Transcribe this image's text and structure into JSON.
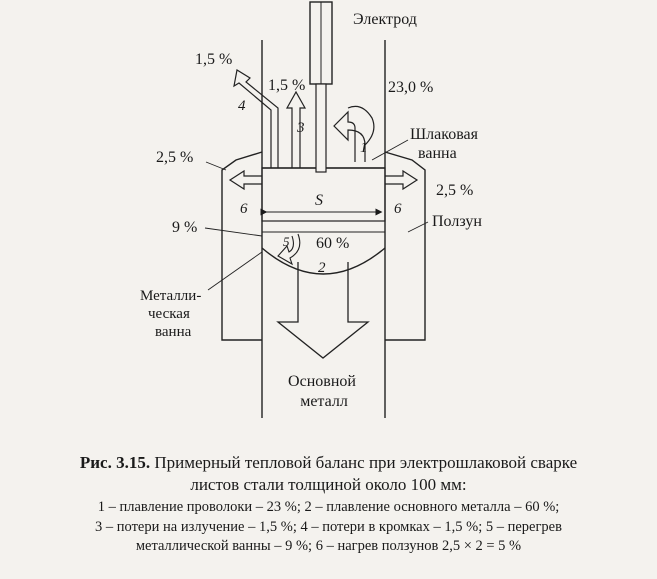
{
  "labels": {
    "electrode": "Электрод",
    "slag_bath": [
      "Шлаковая",
      "ванна"
    ],
    "slider": "Ползун",
    "metal_bath": [
      "Металли-",
      "ческая",
      "ванна"
    ],
    "base_metal": [
      "Основной",
      "металл"
    ],
    "gap": "S"
  },
  "percents": {
    "p1": "23,0 %",
    "p2": "60 %",
    "p3": "1,5 %",
    "p4": "1,5 %",
    "p5": "9 %",
    "p6_left": "2,5 %",
    "p6_right": "2,5 %"
  },
  "numbers": {
    "n1": "1",
    "n2": "2",
    "n3": "3",
    "n4": "4",
    "n5": "5",
    "n6_left": "6",
    "n6_right": "6"
  },
  "caption": {
    "fig": "Рис. 3.15.",
    "title_line1": "Примерный тепловой баланс при  электрошлаковой сварке",
    "title_line2": "листов стали толщиной около 100 мм:",
    "legend": [
      "1 – плавление проволоки – 23 %; 2 – плавление основного металла – 60 %;",
      "3 – потери на излучение – 1,5 %; 4 – потери в кромках – 1,5 %; 5 – перегрев",
      "металлической ванны – 9 %; 6 – нагрев ползунов 2,5 × 2 = 5 %"
    ]
  }
}
